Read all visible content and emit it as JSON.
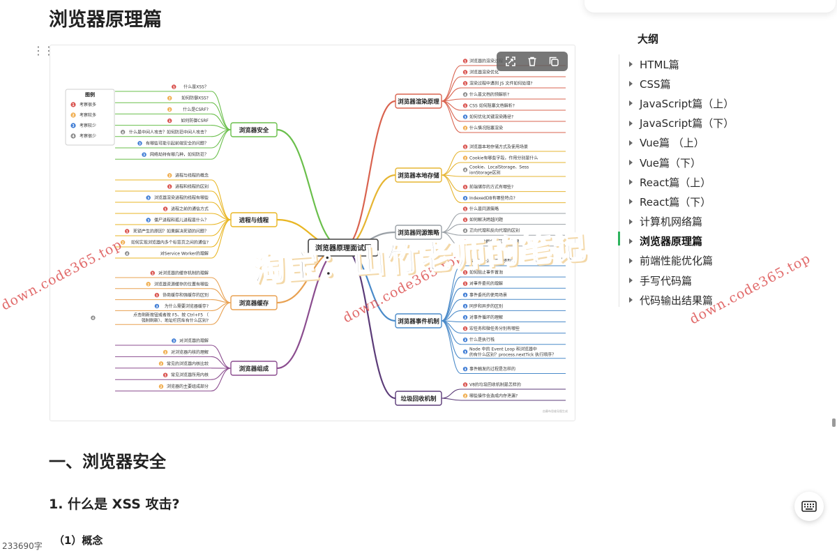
{
  "document": {
    "title": "浏览器原理篇",
    "section_title": "一、浏览器安全",
    "subsection_title": "1. 什么是 XSS 攻击?",
    "subsubsection_title": "（1）概念",
    "word_count": "233690字"
  },
  "outline": {
    "title": "大纲",
    "items": [
      {
        "label": "HTML篇"
      },
      {
        "label": "CSS篇"
      },
      {
        "label": "JavaScript篇（上）"
      },
      {
        "label": "JavaScript篇（下）"
      },
      {
        "label": "Vue篇  （上）"
      },
      {
        "label": "Vue篇（下）"
      },
      {
        "label": "React篇（上）"
      },
      {
        "label": "React篇（下）"
      },
      {
        "label": "计算机网络篇"
      },
      {
        "label": "浏览器原理篇"
      },
      {
        "label": "前端性能优化篇"
      },
      {
        "label": "手写代码篇"
      },
      {
        "label": "代码输出结果篇"
      }
    ],
    "active_index": 9
  },
  "image_toolbar": {
    "buttons": [
      {
        "icon": "expand-icon"
      },
      {
        "icon": "trash-icon"
      },
      {
        "icon": "copy-icon"
      }
    ]
  },
  "watermark": {
    "main": "淘宝：山竹老师的笔记",
    "site": "down.code365.top"
  },
  "mindmap": {
    "center": "浏览器原理面试题",
    "legend": {
      "title": "图例",
      "items": [
        {
          "num": "1",
          "label": "考察很多",
          "color": "#d9534f"
        },
        {
          "num": "2",
          "label": "考察较多",
          "color": "#f0ad4e"
        },
        {
          "num": "3",
          "label": "考察较少",
          "color": "#3d7bd4"
        },
        {
          "num": "4",
          "label": "考察很少",
          "color": "#8c8c8c"
        }
      ]
    },
    "branches": [
      {
        "label": "浏览器安全",
        "side": "left",
        "color": "#6abf4b",
        "items": [
          {
            "text": "什么是XSS？",
            "p": 1
          },
          {
            "text": "如何防御XSS?",
            "p": 2
          },
          {
            "text": "什么是CSRF?",
            "p": 2
          },
          {
            "text": "如何防御CSRF",
            "p": 1
          },
          {
            "text": "什么是中间人攻击？如何防范中间人攻击？",
            "p": 4
          },
          {
            "text": "有哪些可能引起前端安全的问题？",
            "p": 3
          },
          {
            "text": "网络劫持有哪几种，如何防范？",
            "p": 3
          }
        ]
      },
      {
        "label": "进程与线程",
        "side": "left",
        "color": "#e9b623",
        "items": [
          {
            "text": "进程与线程的概念",
            "p": 2
          },
          {
            "text": "进程和线程的区别",
            "p": 1
          },
          {
            "text": "浏览器渲染进程的线程有哪些",
            "p": 3
          },
          {
            "text": "进程之前的通信方式",
            "p": 1
          },
          {
            "text": "僵尸进程和孤儿进程是什么？",
            "p": 3
          },
          {
            "text": "死锁产生的原因？如果解决死锁的问题？",
            "p": 1
          },
          {
            "text": "如何实现浏览器内多个标签页之间的通信?",
            "p": 2
          },
          {
            "text": "对Service Worker的理解",
            "p": 4
          }
        ]
      },
      {
        "label": "浏览器缓存",
        "side": "left",
        "color": "#e8a050",
        "items": [
          {
            "text": "对浏览器的缓存机制的理解",
            "p": 1
          },
          {
            "text": "浏览器资源缓存的位置有哪些",
            "p": 2
          },
          {
            "text": "协商缓存和强缓存的区别",
            "p": 1
          },
          {
            "text": "为什么需要浏览器缓存?",
            "p": 3
          },
          {
            "text": "点击刷新按钮或者按 F5、按 Ctrl+F5 （强制刷新）、地址栏回车有什么区别?",
            "p": 4
          }
        ]
      },
      {
        "label": "浏览器组成",
        "side": "left",
        "color": "#8b4d8f",
        "items": [
          {
            "text": "对浏览器的理解",
            "p": 3
          },
          {
            "text": "对浏览器内核的理解",
            "p": 2
          },
          {
            "text": "常见的浏览器内核比较",
            "p": 2
          },
          {
            "text": "常见浏览器所用内核",
            "p": 1
          },
          {
            "text": "浏览器的主要组成部分",
            "p": 2
          }
        ]
      },
      {
        "label": "浏览器渲染原理",
        "side": "right",
        "color": "#d9634f",
        "items": [
          {
            "text": "浏览器的渲染过程",
            "p": 1
          },
          {
            "text": "浏览器渲染优化",
            "p": 1
          },
          {
            "text": "渲染过程中遇到 JS 文件如何处理?",
            "p": 1
          },
          {
            "text": "什么是文档的预解析?",
            "p": 4
          },
          {
            "text": "CSS 如何阻塞文档解析?",
            "p": 1
          },
          {
            "text": "如何优化关键渲染路径?",
            "p": 3
          },
          {
            "text": "什么情况阻塞渲染",
            "p": 2
          }
        ]
      },
      {
        "label": "浏览器本地存储",
        "side": "right",
        "color": "#e6b532",
        "items": [
          {
            "text": "浏览器本地存储方式及使用场景",
            "p": 1
          },
          {
            "text": "Cookie有哪些字段，作用分别是什么",
            "p": 2
          },
          {
            "text": "Cookie、LocalStorage、SessionStorage区别",
            "p": 4
          },
          {
            "text": "前端储存的方式有哪些?",
            "p": 1
          },
          {
            "text": "IndexedDB有哪些特点?",
            "p": 3
          }
        ]
      },
      {
        "label": "浏览器同源策略",
        "side": "right",
        "color": "#9aa0a6",
        "items": [
          {
            "text": "什么是同源策略",
            "p": 1
          },
          {
            "text": "如何解决跨越问题",
            "p": 1
          },
          {
            "text": "正向代理和反向代理的区别",
            "p": 4
          },
          {
            "text": "Nginx的概念及其工作原理",
            "p": 1
          }
        ]
      },
      {
        "label": "浏览器事件机制",
        "side": "right",
        "color": "#4a8ac9",
        "items": [
          {
            "text": "事件是什么？事件模型？",
            "p": 1
          },
          {
            "text": "如何阻止事件冒泡",
            "p": 1
          },
          {
            "text": "对事件委托的理解",
            "p": 1
          },
          {
            "text": "事件委托的使用场景",
            "p": 3
          },
          {
            "text": "同步和异步的区别",
            "p": 3
          },
          {
            "text": "对事件循环的理解",
            "p": 3
          },
          {
            "text": "宏任务和微任务分别有哪些",
            "p": 1
          },
          {
            "text": "什么是执行栈",
            "p": 3
          },
          {
            "text": "Node 中的 Event Loop 和浏览器中的有什么区别？process.nextTick 执行顺序？",
            "p": 3
          },
          {
            "text": "事件触发的过程是怎样的",
            "p": 3
          }
        ]
      },
      {
        "label": "垃圾回收机制",
        "side": "right",
        "color": "#5b3b78",
        "items": [
          {
            "text": "V8的垃圾回收机制是怎样的",
            "p": 1
          },
          {
            "text": "哪些操作会造成内存泄漏?",
            "p": 2
          }
        ]
      }
    ],
    "credit": "由幕布思维导图生成"
  }
}
